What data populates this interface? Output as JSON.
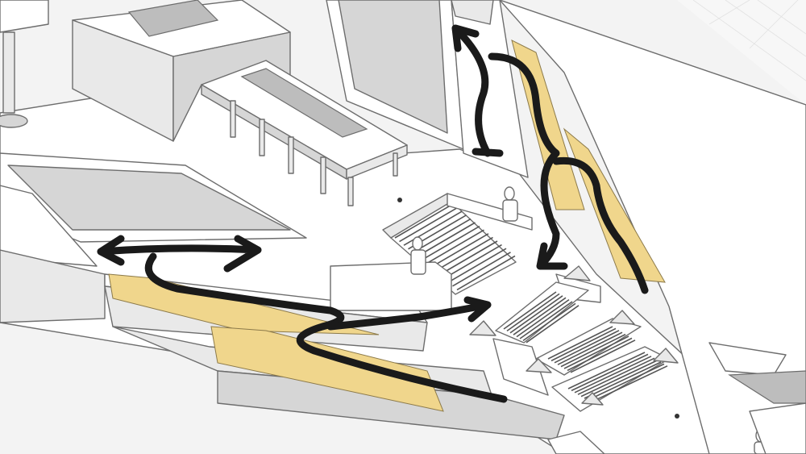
{
  "colors": {
    "background": "#f3f3f3",
    "massing": "#ffffff",
    "shadow": "#d6d6d6",
    "ramp_highlight": "#f0d68c",
    "circulation_arrows": "#1a1a1a",
    "outline": "#6d6d6d"
  },
  "icons": [
    "circulation-arrow",
    "statue",
    "pyramid-finial",
    "person-figure"
  ]
}
